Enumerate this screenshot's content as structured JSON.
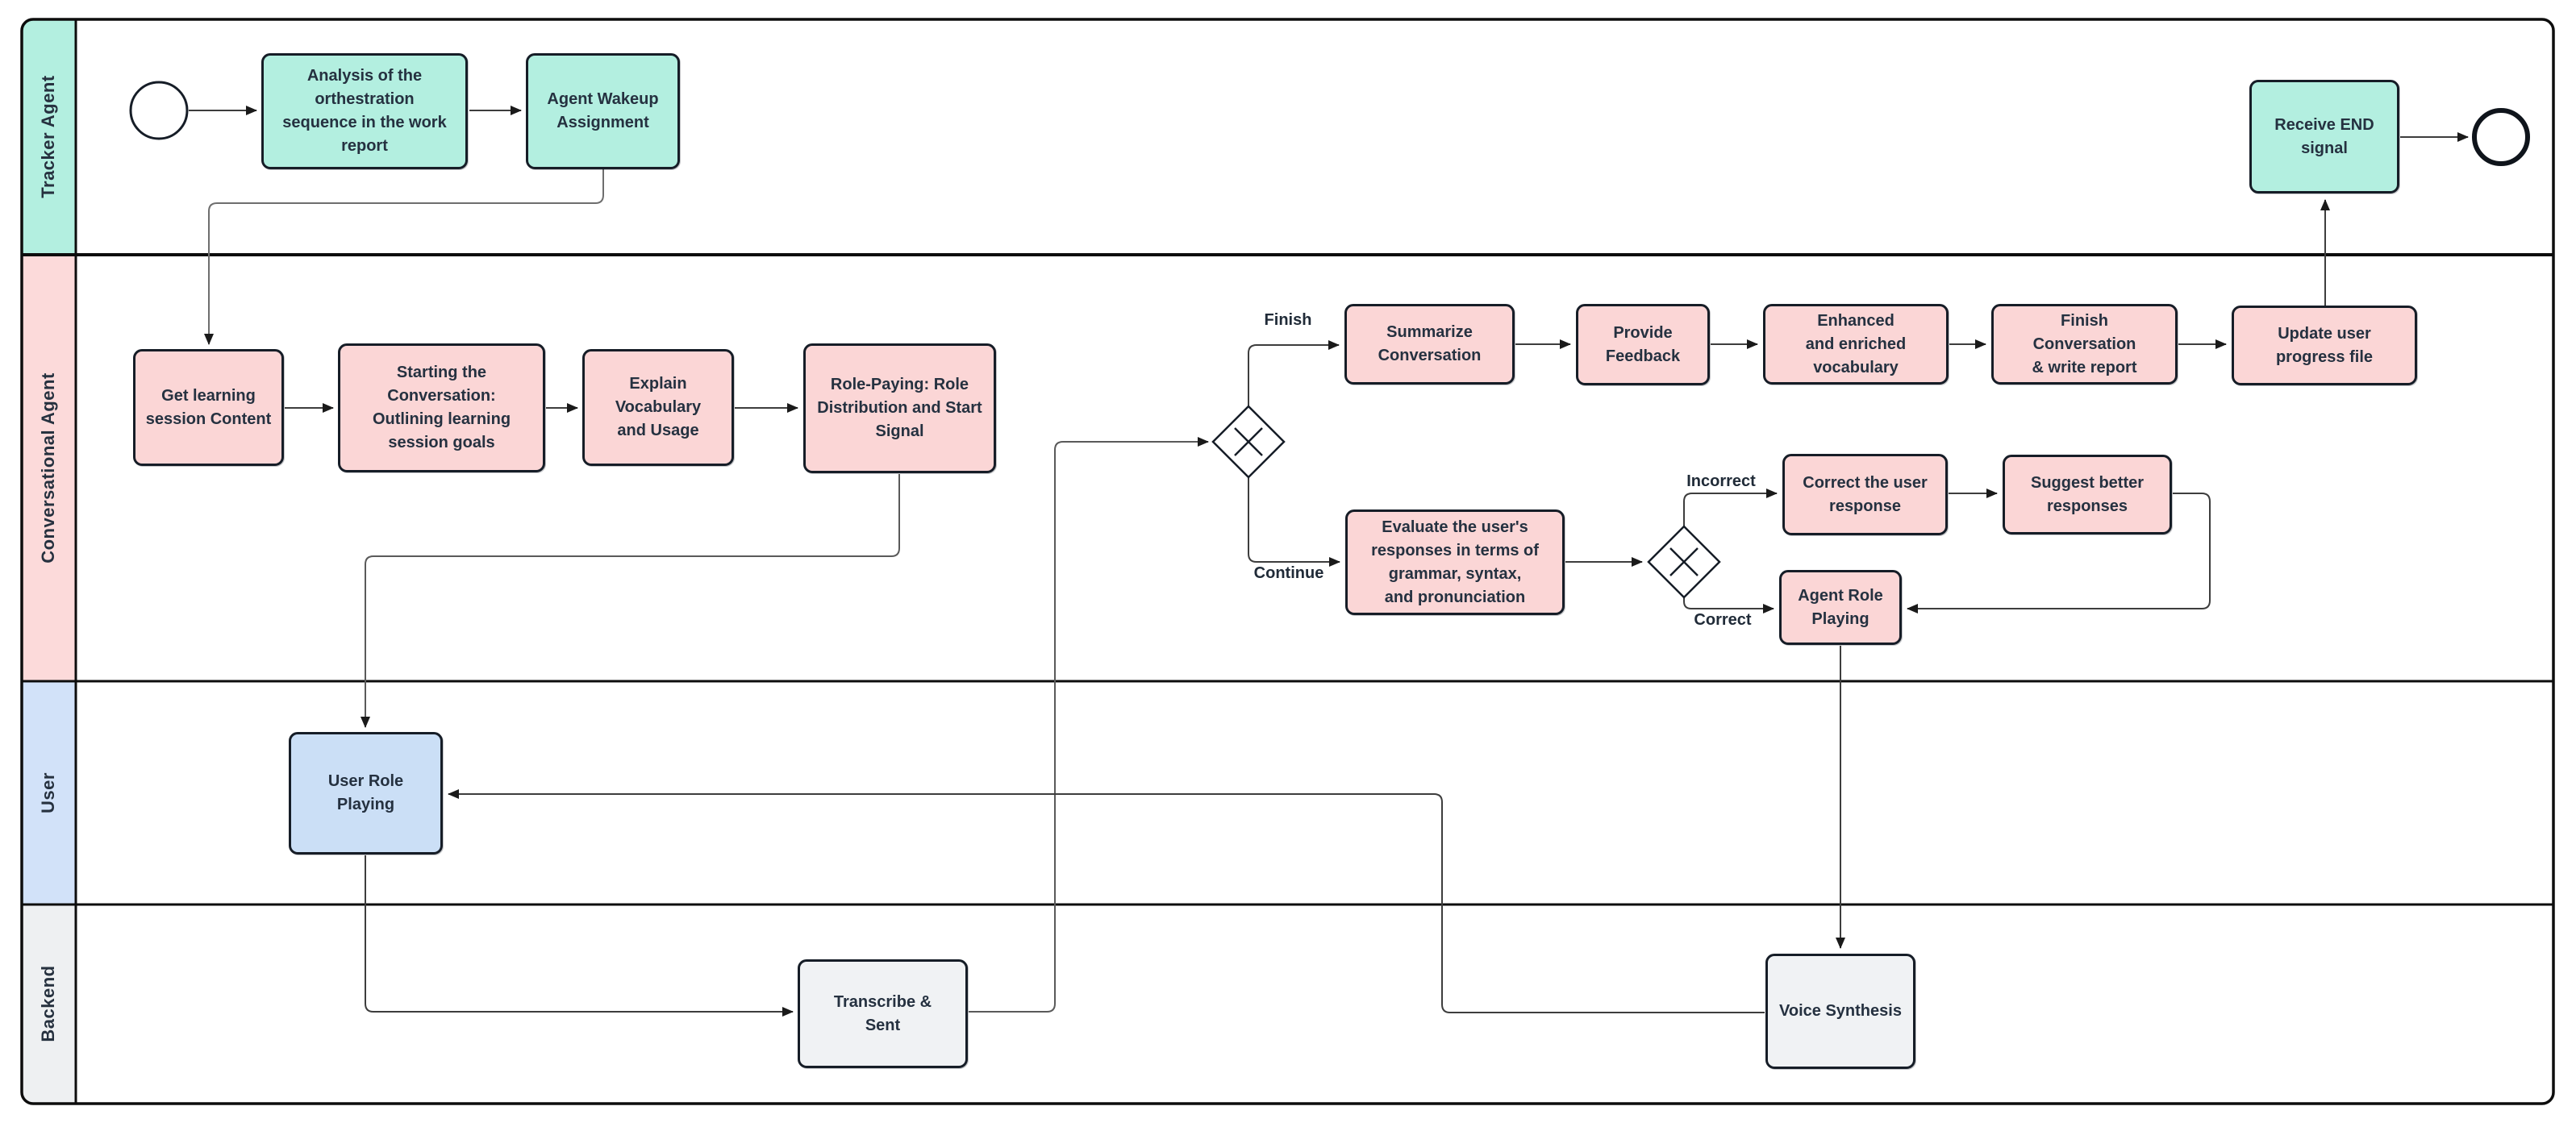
{
  "diagram": {
    "kind": "BPMN swimlane flowchart",
    "colors": {
      "lane_tracker": "#b3efe0",
      "lane_conversational": "#fbd6d6",
      "lane_user": "#cbdff6",
      "lane_backend": "#f0f2f4",
      "node_border": "#161d27",
      "connector": "#3d3d3d",
      "text": "#253140"
    }
  },
  "lanes": [
    {
      "label": "Tracker Agent",
      "color": "#b3efe0"
    },
    {
      "label": "Conversational Agent",
      "color": "#fbd6d6"
    },
    {
      "label": "User",
      "color": "#cbdff6"
    },
    {
      "label": "Backend",
      "color": "#f0f2f4"
    }
  ],
  "nodes": {
    "analysis": {
      "label": "Analysis of the\northestration\nsequence in the work\nreport"
    },
    "wakeup": {
      "label": "Agent Wakeup\nAssignment"
    },
    "receive_end": {
      "label": "Receive END\nsignal"
    },
    "get_content": {
      "label": "Get learning\nsession Content"
    },
    "starting_conv": {
      "label": "Starting the\nConversation:\nOutlining learning\nsession goals"
    },
    "explain_vocab": {
      "label": "Explain\nVocabulary\nand Usage"
    },
    "role_paying": {
      "label": "Role-Paying: Role\nDistribution and Start\nSignal"
    },
    "summarize": {
      "label": "Summarize\nConversation"
    },
    "provide_feedback": {
      "label": "Provide\nFeedback"
    },
    "enhanced_vocab": {
      "label": "Enhanced\nand enriched\nvocabulary"
    },
    "finish_conv": {
      "label": "Finish\nConversation\n& write report"
    },
    "update_progress": {
      "label": "Update user\nprogress file"
    },
    "evaluate": {
      "label": "Evaluate the user's\nresponses in terms of\ngrammar, syntax,\nand pronunciation"
    },
    "correct_user": {
      "label": "Correct the user\nresponse"
    },
    "suggest_better": {
      "label": "Suggest better\nresponses"
    },
    "agent_role": {
      "label": "Agent Role\nPlaying"
    },
    "user_role": {
      "label": "User Role\nPlaying"
    },
    "transcribe": {
      "label": "Transcribe &\nSent"
    },
    "voice_synth": {
      "label": "Voice Synthesis"
    }
  },
  "edge_labels": {
    "finish": "Finish",
    "continue": "Continue",
    "incorrect": "Incorrect",
    "correct": "Correct"
  }
}
